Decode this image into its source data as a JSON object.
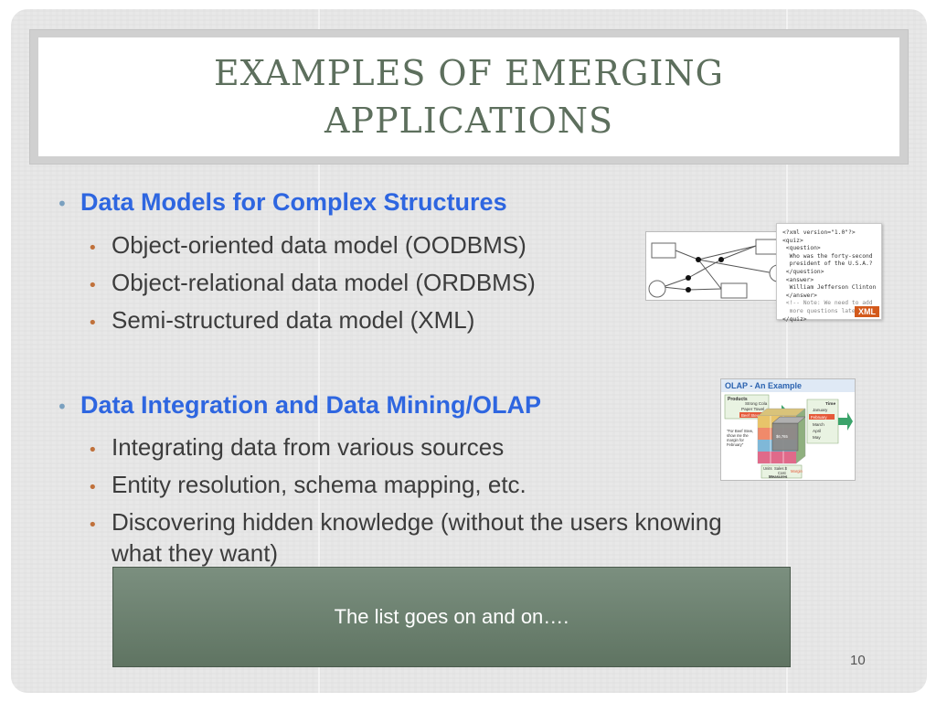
{
  "title": {
    "line1": "EXAMPLES OF EMERGING",
    "line2": "APPLICATIONS"
  },
  "sections": [
    {
      "heading": "Data Models for Complex Structures",
      "items": [
        "Object-oriented data model (OODBMS)",
        "Object-relational data model (ORDBMS)",
        "Semi-structured data model (XML)"
      ]
    },
    {
      "heading": "Data Integration and Data Mining/OLAP",
      "items": [
        "Integrating data from various sources",
        "Entity resolution, schema mapping, etc.",
        "Discovering hidden knowledge (without the users knowing",
        "what they want)"
      ]
    }
  ],
  "bullet_symbol": "•",
  "xml_snippet": {
    "lines": [
      "<?xml version=\"1.0\"?>",
      "<quiz>",
      " <question>",
      "  Who was the forty-second",
      "  president of the U.S.A.?",
      " </question>",
      " <answer>",
      "  William Jefferson Clinton",
      " </answer>",
      " <!-- Note: We need to add",
      "  more questions later.-->",
      "</quiz>"
    ],
    "badge": "XML"
  },
  "olap_image": {
    "title": "OLAP - An Example",
    "labels": {
      "products": "Products",
      "strong_cola": "Strong Cola",
      "paper_towel": "Paper Towel",
      "beef_stew": "Beef Stew",
      "time": "Time",
      "january": "January",
      "february": "February",
      "march": "March",
      "april": "April",
      "may": "May",
      "measures": "Measures",
      "units": "Units",
      "sales": "Sales $",
      "cost": "Cost",
      "margin": "Margin",
      "value": "$6,765",
      "note_line1": "\"For Beef Stew,",
      "note_line2": "show me the",
      "note_line3": "margin for",
      "note_line4": "February\""
    }
  },
  "banner": "The list goes on and on….",
  "page_number": "10",
  "colors": {
    "title": "#5d6f5d",
    "heading": "#2e66e0",
    "sub_bullet": "#c0713b",
    "banner": "#6f8472"
  }
}
